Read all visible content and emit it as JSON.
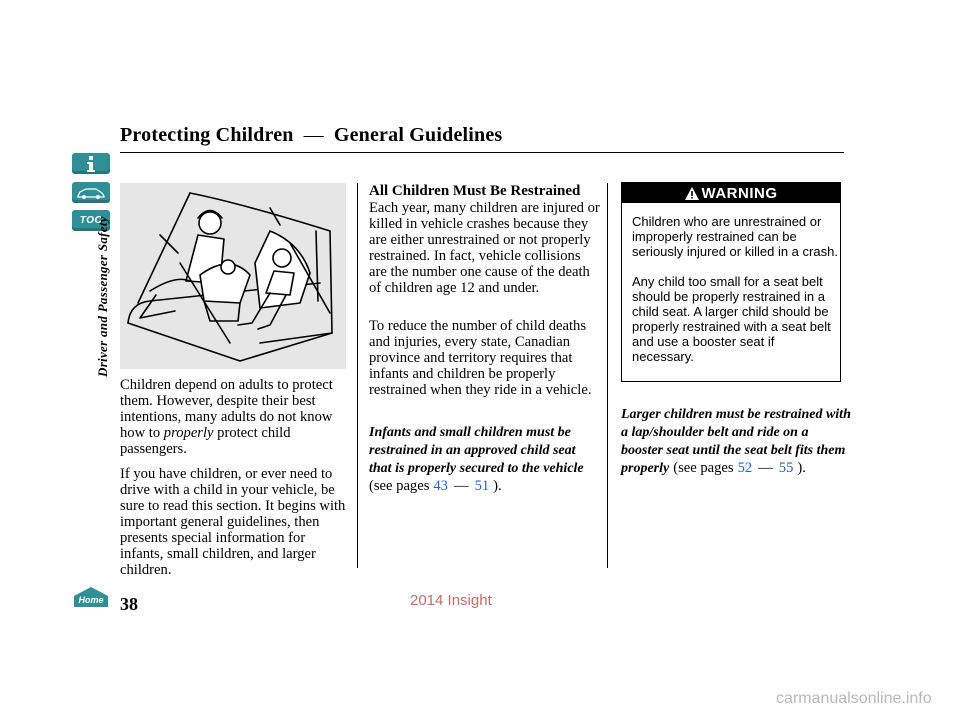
{
  "header": {
    "title_left": "Protecting Children",
    "title_dash": "—",
    "title_right": "General Guidelines"
  },
  "sidebar": {
    "section_label": "Driver and Passenger Safety",
    "toc_label": "TOC",
    "home_label": "Home"
  },
  "col1": {
    "p1_part1": "Children depend on adults to protect them. However, despite their best intentions, many adults do not know how to",
    "p1_italic": "properly",
    "p1_part2": "protect child passengers.",
    "p2": "If you have children, or ever need to drive with a child in your vehicle, be sure to read this section. It begins with important general guidelines, then presents special information for infants, small children, and larger children."
  },
  "col2": {
    "heading": "All Children Must Be Restrained",
    "p1": "Each year, many children are injured or killed in vehicle crashes because they are either unrestrained or not properly restrained. In fact, vehicle collisions are the number one cause of the death of children age 12 and under.",
    "p2": "To reduce the number of child deaths and injuries, every state, Canadian province and territory requires that infants and children be properly restrained when they ride in a vehicle.",
    "bold_italic": "Infants and small children must be restrained in an approved child seat that is properly secured to the vehicle",
    "see_pages": "(see pages",
    "page_from": "43",
    "page_dash": "—",
    "page_to": "51",
    "close": ")."
  },
  "col3": {
    "warning_title": "WARNING",
    "warning_p1": "Children who are unrestrained or improperly restrained can be seriously injured or killed in a crash.",
    "warning_p2": "Any child too small for a seat belt should be properly restrained in a child seat. A larger child should be properly restrained with a seat belt and use a booster seat if necessary.",
    "bold_italic": "Larger children must be restrained with a lap/shoulder belt and ride on a booster seat until the seat belt fits them properly",
    "see_pages": "(see pages",
    "page_from": "52",
    "page_dash": "—",
    "page_to": "55",
    "close": ")."
  },
  "footer": {
    "page_number": "38",
    "watermark": "2014 Insight",
    "site": "carmanualsonline.info"
  },
  "colors": {
    "accent_teal": "#2f8f96",
    "link_blue": "#1e62d8",
    "watermark_red": "#c76a6a"
  },
  "icons": [
    "info-icon",
    "car-icon",
    "toc-icon",
    "home-icon",
    "warning-triangle-icon"
  ]
}
